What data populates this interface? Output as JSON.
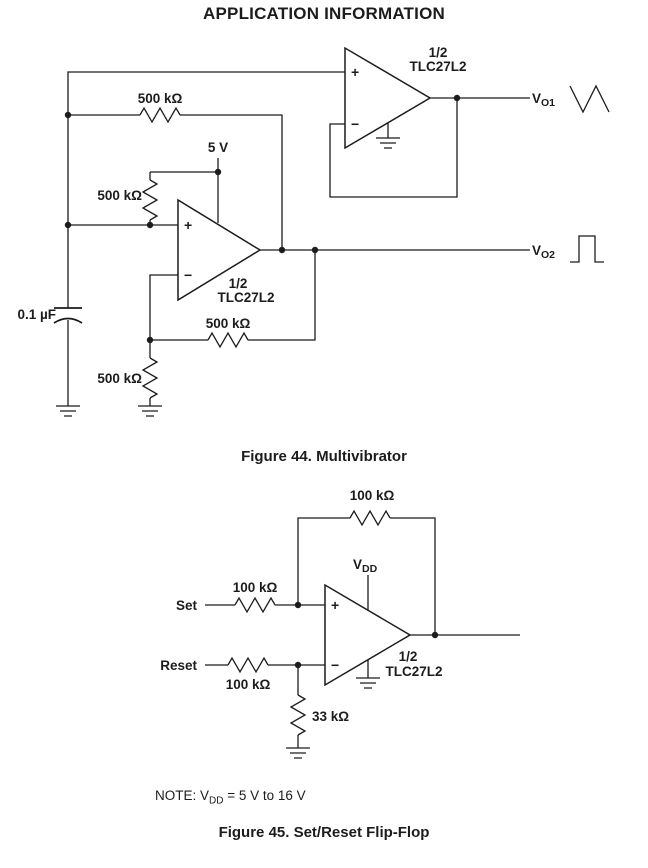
{
  "page": {
    "title": "APPLICATION INFORMATION"
  },
  "figure44": {
    "caption": "Figure 44. Multivibrator",
    "supply_label": "5 V",
    "cap_label": "0.1 µF",
    "r_top": "500 kΩ",
    "r_left_upper": "500 kΩ",
    "r_feedback": "500 kΩ",
    "r_left_lower": "500 kΩ",
    "opamp1": {
      "half": "1/2",
      "part": "TLC27L2",
      "plus": "+",
      "minus": "−"
    },
    "opamp2": {
      "half": "1/2",
      "part": "TLC27L2",
      "plus": "+",
      "minus": "−"
    },
    "vo1": {
      "base": "V",
      "sub": "O1"
    },
    "vo2": {
      "base": "V",
      "sub": "O2"
    }
  },
  "figure45": {
    "caption": "Figure 45. Set/Reset Flip-Flop",
    "set_label": "Set",
    "reset_label": "Reset",
    "r_feedback": "100 kΩ",
    "r_set": "100 kΩ",
    "r_reset": "100 kΩ",
    "r_pulldown": "33 kΩ",
    "vdd": {
      "base": "V",
      "sub": "DD"
    },
    "opamp": {
      "half": "1/2",
      "part": "TLC27L2",
      "plus": "+",
      "minus": "−"
    },
    "note": {
      "prefix": "NOTE: V",
      "sub": "DD",
      "suffix": " = 5 V to 16 V"
    }
  }
}
